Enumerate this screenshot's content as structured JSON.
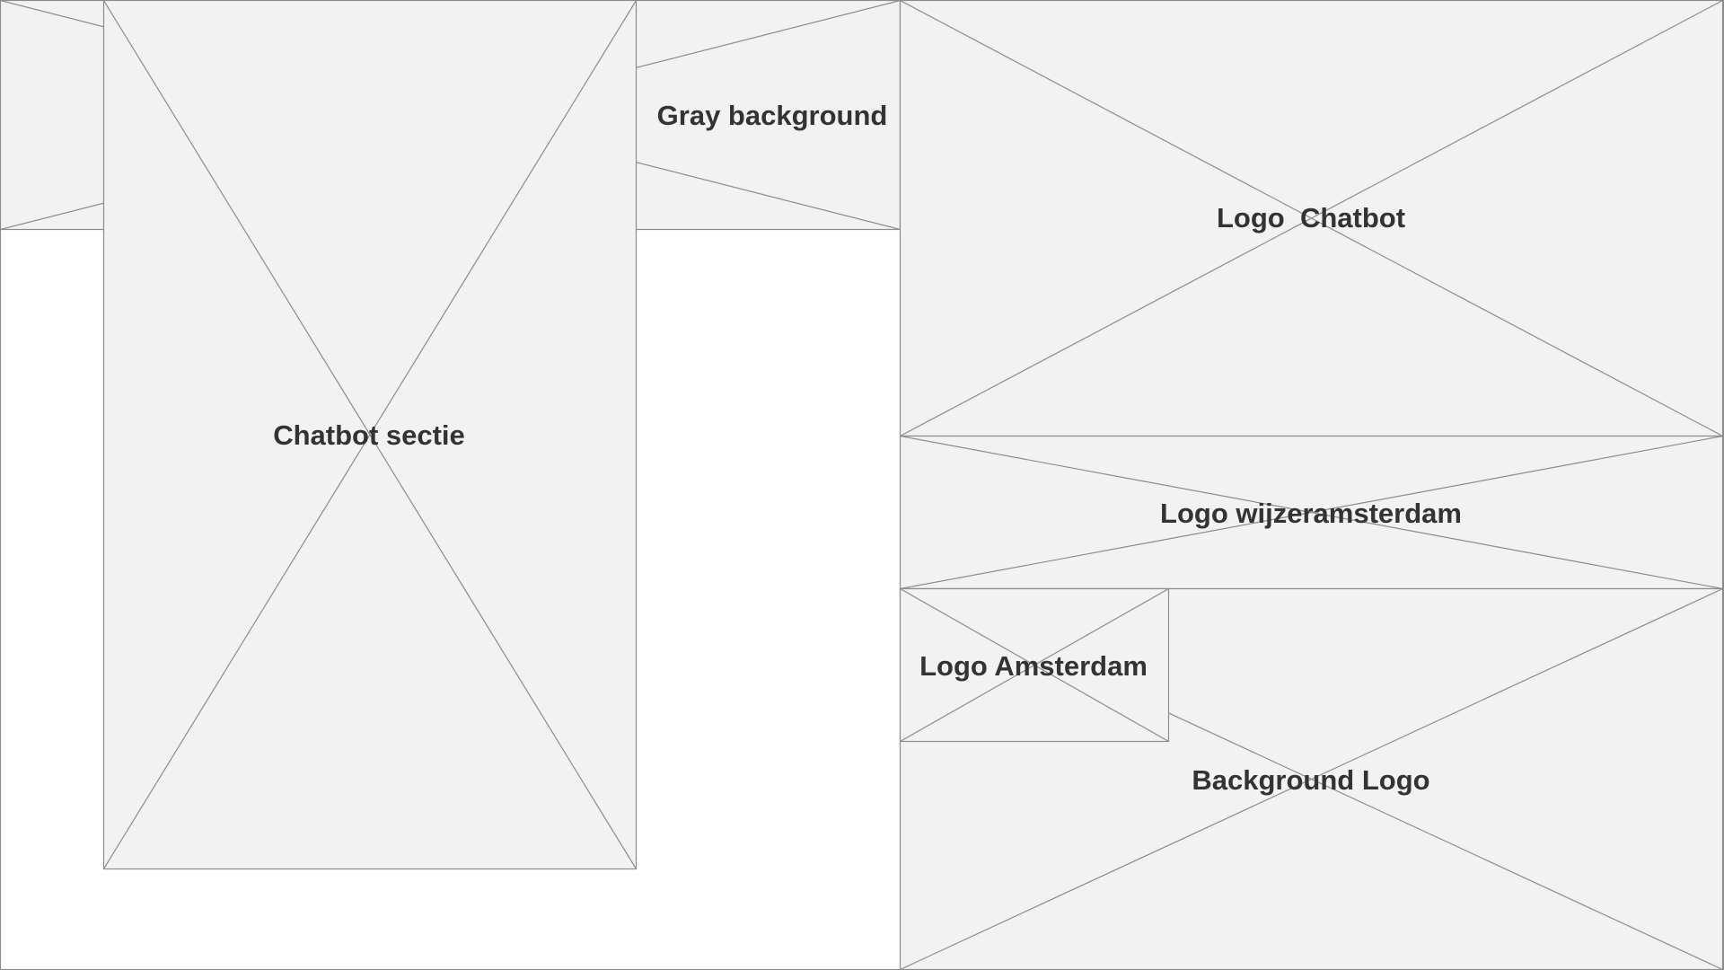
{
  "wireframe": {
    "labels": {
      "gray_background": "Gray background",
      "chatbot_sectie": "Chatbot sectie",
      "logo_chatbot": "Logo  Chatbot",
      "logo_wijzeramsterdam": "Logo wijzeramsterdam",
      "logo_amsterdam": "Logo Amsterdam",
      "background_logo": "Background Logo"
    },
    "colors": {
      "placeholder_fill": "#f2f2f2",
      "outline": "#8c8c8c",
      "label_text": "#333333",
      "page_background": "#ffffff"
    }
  }
}
